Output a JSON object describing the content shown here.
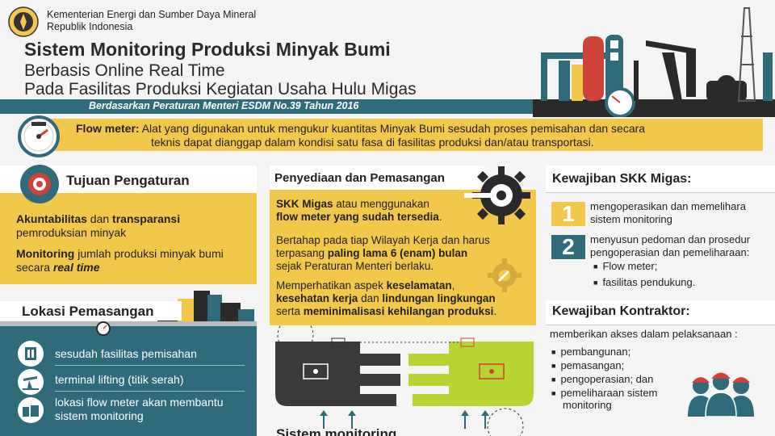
{
  "header": {
    "org_line1": "Kementerian Energi dan Sumber Daya Mineral",
    "org_line2": "Republik Indonesia",
    "title_line1": "Sistem Monitoring Produksi Minyak Bumi",
    "title_line2": "Berbasis Online Real Time",
    "title_line3": "Pada Fasilitas Produksi Kegiatan Usaha Hulu Migas",
    "ribbon": "Berdasarkan Peraturan Menteri ESDM No.39 Tahun 2016"
  },
  "flow": {
    "term": "Flow meter:",
    "line1": "Alat yang digunakan untuk mengukur kuantitas Minyak Bumi sesudah proses pemisahan dan secara",
    "line2": "teknis dapat dianggap dalam kondisi satu fasa di fasilitas produksi dan/atau transportasi."
  },
  "tujuan": {
    "title": "Tujuan Pengaturan",
    "p1_b1": "Akuntabilitas",
    "p1_t1": " dan ",
    "p1_b2": "transparansi",
    "p1_t2": "pemroduksian minyak",
    "p2_b1": "Monitoring",
    "p2_t1": " jumlah produksi minyak bumi",
    "p2_t2": "secara ",
    "p2_b2": "real time"
  },
  "lokasi": {
    "title": "Lokasi Pemasangan",
    "items": [
      "sesudah fasilitas pemisahan",
      "terminal lifting (titik serah)",
      "lokasi flow meter akan membantu",
      "sistem monitoring"
    ]
  },
  "penyediaan": {
    "title": "Penyediaan dan Pemasangan",
    "p1_b1": "SKK Migas",
    "p1_t1": " atau menggunakan",
    "p1_b2": "flow meter yang sudah tersedia",
    "p1_t2": ".",
    "p2_l1": "Bertahap pada tiap Wilayah Kerja dan harus",
    "p2_t1": "terpasang ",
    "p2_b1": "paling lama 6 (enam) bulan",
    "p2_l3": "sejak Peraturan Menteri berlaku.",
    "p3_t1": "Memperhatikan aspek ",
    "p3_b1": "keselamatan",
    "p3_t2": ",",
    "p3_b2": "kesehatan kerja",
    "p3_t3": " dan ",
    "p3_b3": "lindungan lingkungan",
    "p3_t4": "serta ",
    "p3_b4": "meminimalisasi kehilangan produksi",
    "p3_t5": ".",
    "footer": "Sistem monitoring"
  },
  "skk": {
    "title": "Kewajiban SKK Migas:",
    "num1": "1",
    "item1_l1": "mengoperasikan dan memelihara",
    "item1_l2": "sistem monitoring",
    "num2": "2",
    "item2_l1": "menyusun pedoman dan prosedur",
    "item2_l2": "pengoperasian dan pemeliharaan:",
    "bullets": [
      "Flow meter;",
      "fasilitas pendukung."
    ]
  },
  "kontraktor": {
    "title": "Kewajiban Kontraktor:",
    "intro": "memberikan akses dalam pelaksanaan :",
    "items": [
      "pembangunan;",
      "pemasangan;",
      "pengoperasian; dan",
      "pemeliharaan sistem"
    ],
    "item4_l2": "monitoring"
  },
  "colors": {
    "yellow": "#f2c84b",
    "teal": "#2f6b7a",
    "red": "#d0433a",
    "green": "#b7d433"
  }
}
